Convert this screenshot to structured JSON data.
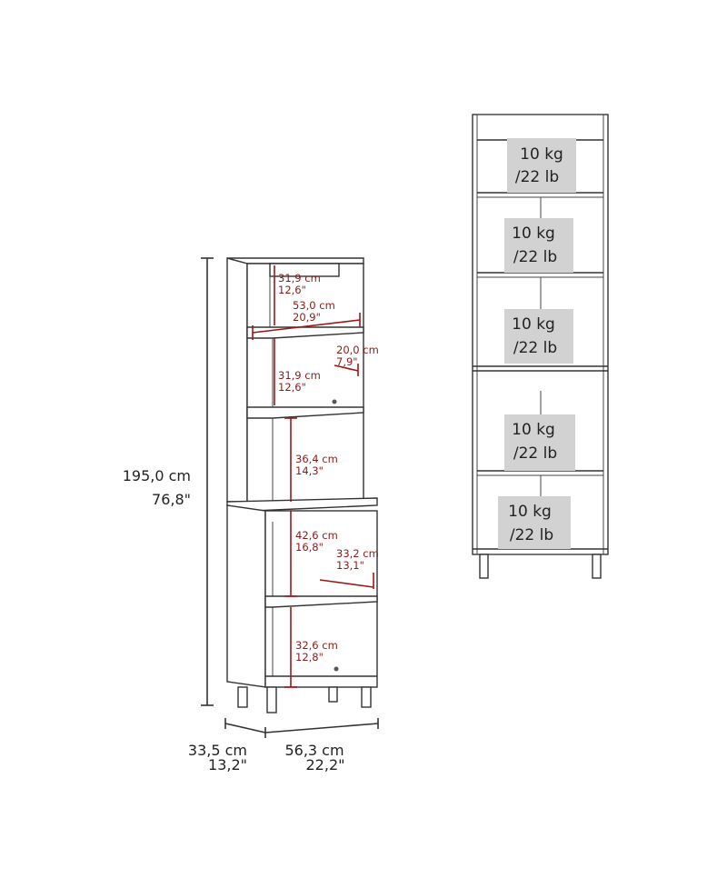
{
  "left_diagram": {
    "height": {
      "cm": "195,0 cm",
      "in": "76,8\""
    },
    "depth": {
      "cm": "33,5 cm",
      "in": "13,2\""
    },
    "width": {
      "cm": "56,3 cm",
      "in": "22,2\""
    },
    "inner": {
      "top_shelf_h": {
        "cm": "31,9 cm",
        "in": "12,6\""
      },
      "inner_width": {
        "cm": "53,0 cm",
        "in": "20,9\""
      },
      "mid_depth": {
        "cm": "20,0 cm",
        "in": "7,9\""
      },
      "mid_shelf_h": {
        "cm": "31,9 cm",
        "in": "12,6\""
      },
      "open_h": {
        "cm": "36,4 cm",
        "in": "14,3\""
      },
      "lower_h": {
        "cm": "42,6 cm",
        "in": "16,8\""
      },
      "lower_depth": {
        "cm": "33,2 cm",
        "in": "13,1\""
      },
      "bottom_h": {
        "cm": "32,6 cm",
        "in": "12,8\""
      }
    }
  },
  "right_diagram": {
    "weights": [
      {
        "kg": "10 kg",
        "lb": "/22 lb"
      },
      {
        "kg": "10 kg",
        "lb": "/22 lb"
      },
      {
        "kg": "10 kg",
        "lb": "/22 lb"
      },
      {
        "kg": "10 kg",
        "lb": "/22 lb"
      },
      {
        "kg": "10 kg",
        "lb": "/22 lb"
      }
    ]
  },
  "colors": {
    "dimension_red": "#8b1a1a",
    "weight_box": "#d2d2d2",
    "outline": "#333333"
  }
}
